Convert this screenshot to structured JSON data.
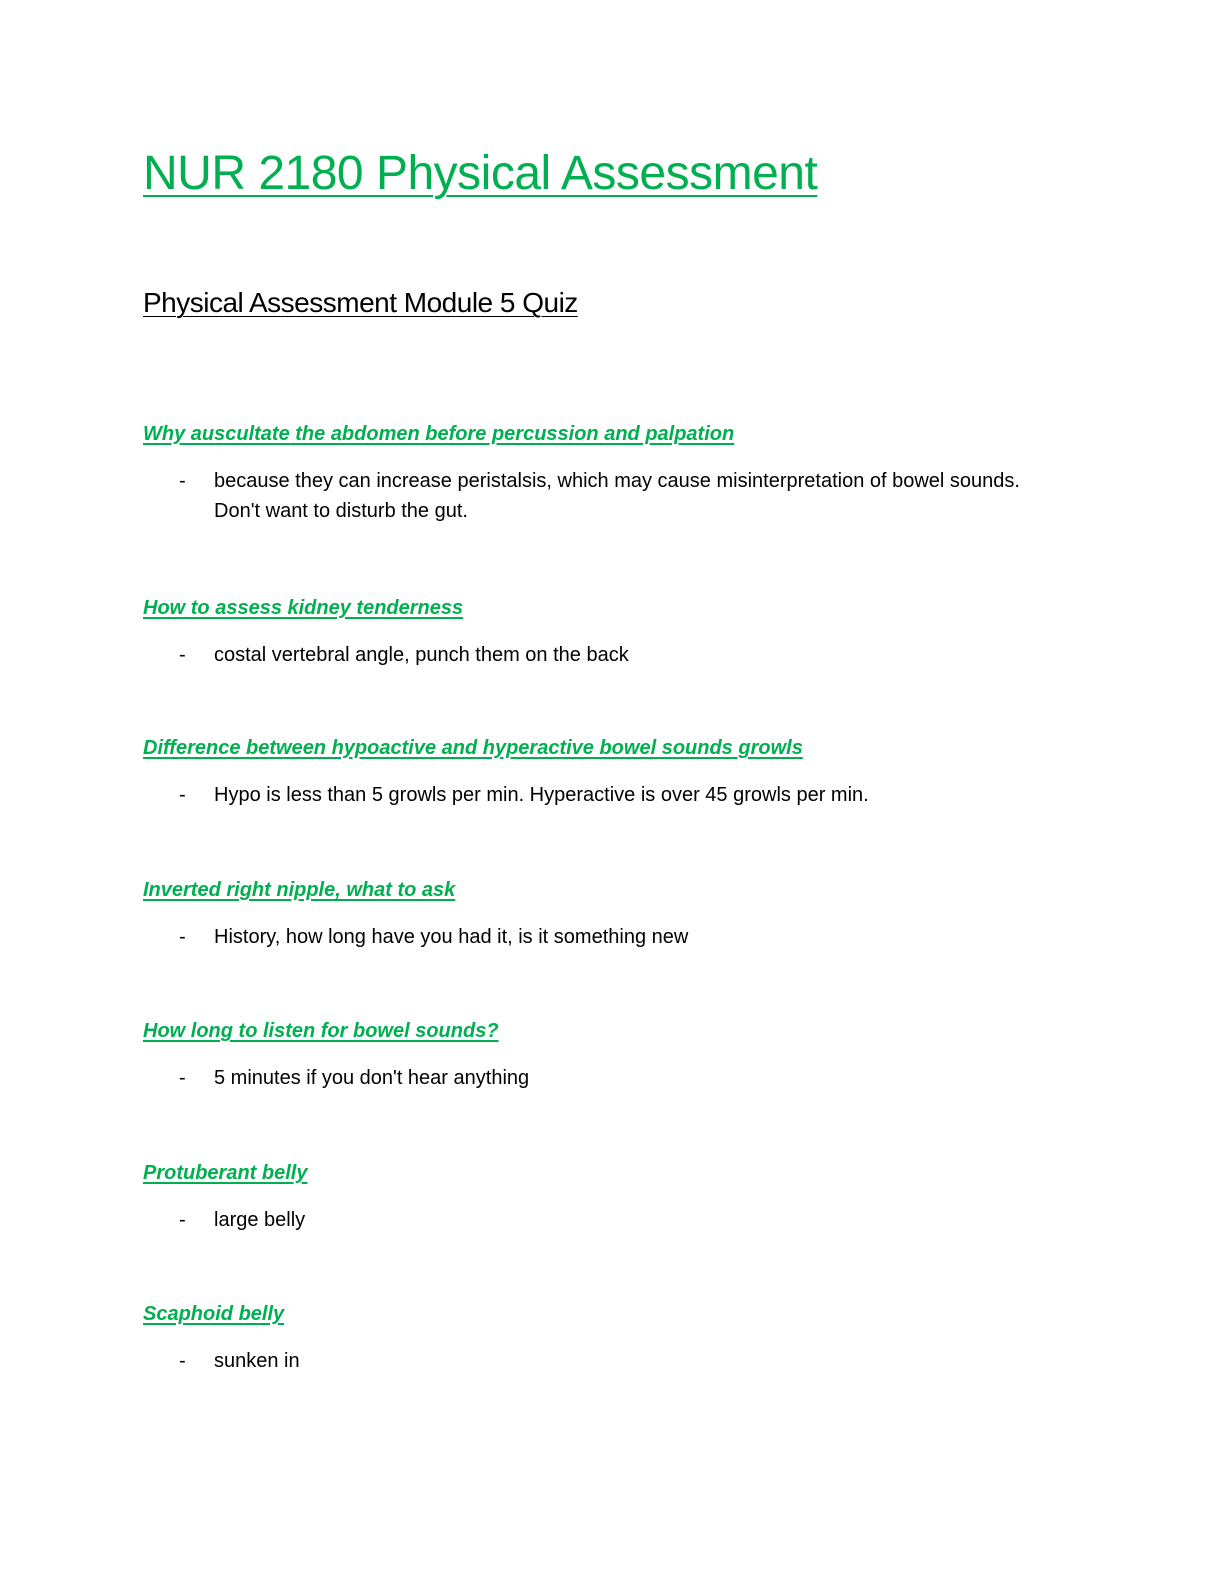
{
  "document": {
    "title": "NUR 2180 Physical Assessment",
    "subtitle": "Physical Assessment Module 5 Quiz",
    "bullet_marker": "-",
    "items": [
      {
        "question": "Why auscultate the abdomen before percussion and palpation",
        "answer": "because they can increase peristalsis, which may cause misinterpretation of bowel sounds. Don't want to disturb the gut."
      },
      {
        "question": "How to assess kidney tenderness",
        "answer": "costal vertebral angle, punch them on the back"
      },
      {
        "question": "Difference between hypoactive and hyperactive bowel sounds growls",
        "answer": "Hypo is less than 5 growls per min. Hyperactive is over 45 growls per min."
      },
      {
        "question": "Inverted right nipple, what to ask",
        "answer": "History, how long have you had it, is it something new"
      },
      {
        "question": "How long to listen for bowel sounds?",
        "answer": "5 minutes if you don't hear anything"
      },
      {
        "question": "Protuberant belly",
        "answer": "large belly"
      },
      {
        "question": "Scaphoid belly",
        "answer": "sunken in"
      }
    ]
  }
}
